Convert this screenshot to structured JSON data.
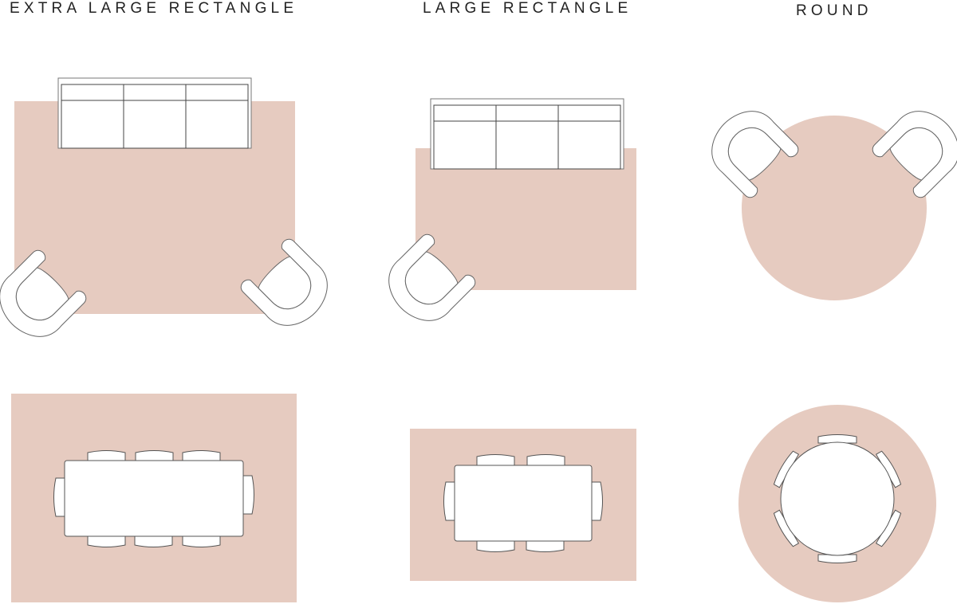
{
  "columns": [
    {
      "title": "EXTRA LARGE RECTANGLE"
    },
    {
      "title": "LARGE RECTANGLE"
    },
    {
      "title": "ROUND"
    }
  ],
  "colors": {
    "rug": "#e6cbc0",
    "furniture_fill": "#ffffff",
    "furniture_stroke": "#555555",
    "text": "#222222"
  },
  "layouts": {
    "living_room": [
      {
        "rug_shape": "extra-large-rectangle",
        "furniture": [
          "sofa",
          "armchair",
          "armchair"
        ]
      },
      {
        "rug_shape": "large-rectangle",
        "furniture": [
          "sofa",
          "armchair"
        ]
      },
      {
        "rug_shape": "round",
        "furniture": [
          "armchair",
          "armchair"
        ]
      }
    ],
    "dining_room": [
      {
        "rug_shape": "extra-large-rectangle",
        "furniture": [
          "rectangular-table",
          "8 chairs"
        ]
      },
      {
        "rug_shape": "large-rectangle",
        "furniture": [
          "rectangular-table",
          "6 chairs"
        ]
      },
      {
        "rug_shape": "round",
        "furniture": [
          "round-table",
          "6 chairs"
        ]
      }
    ]
  }
}
